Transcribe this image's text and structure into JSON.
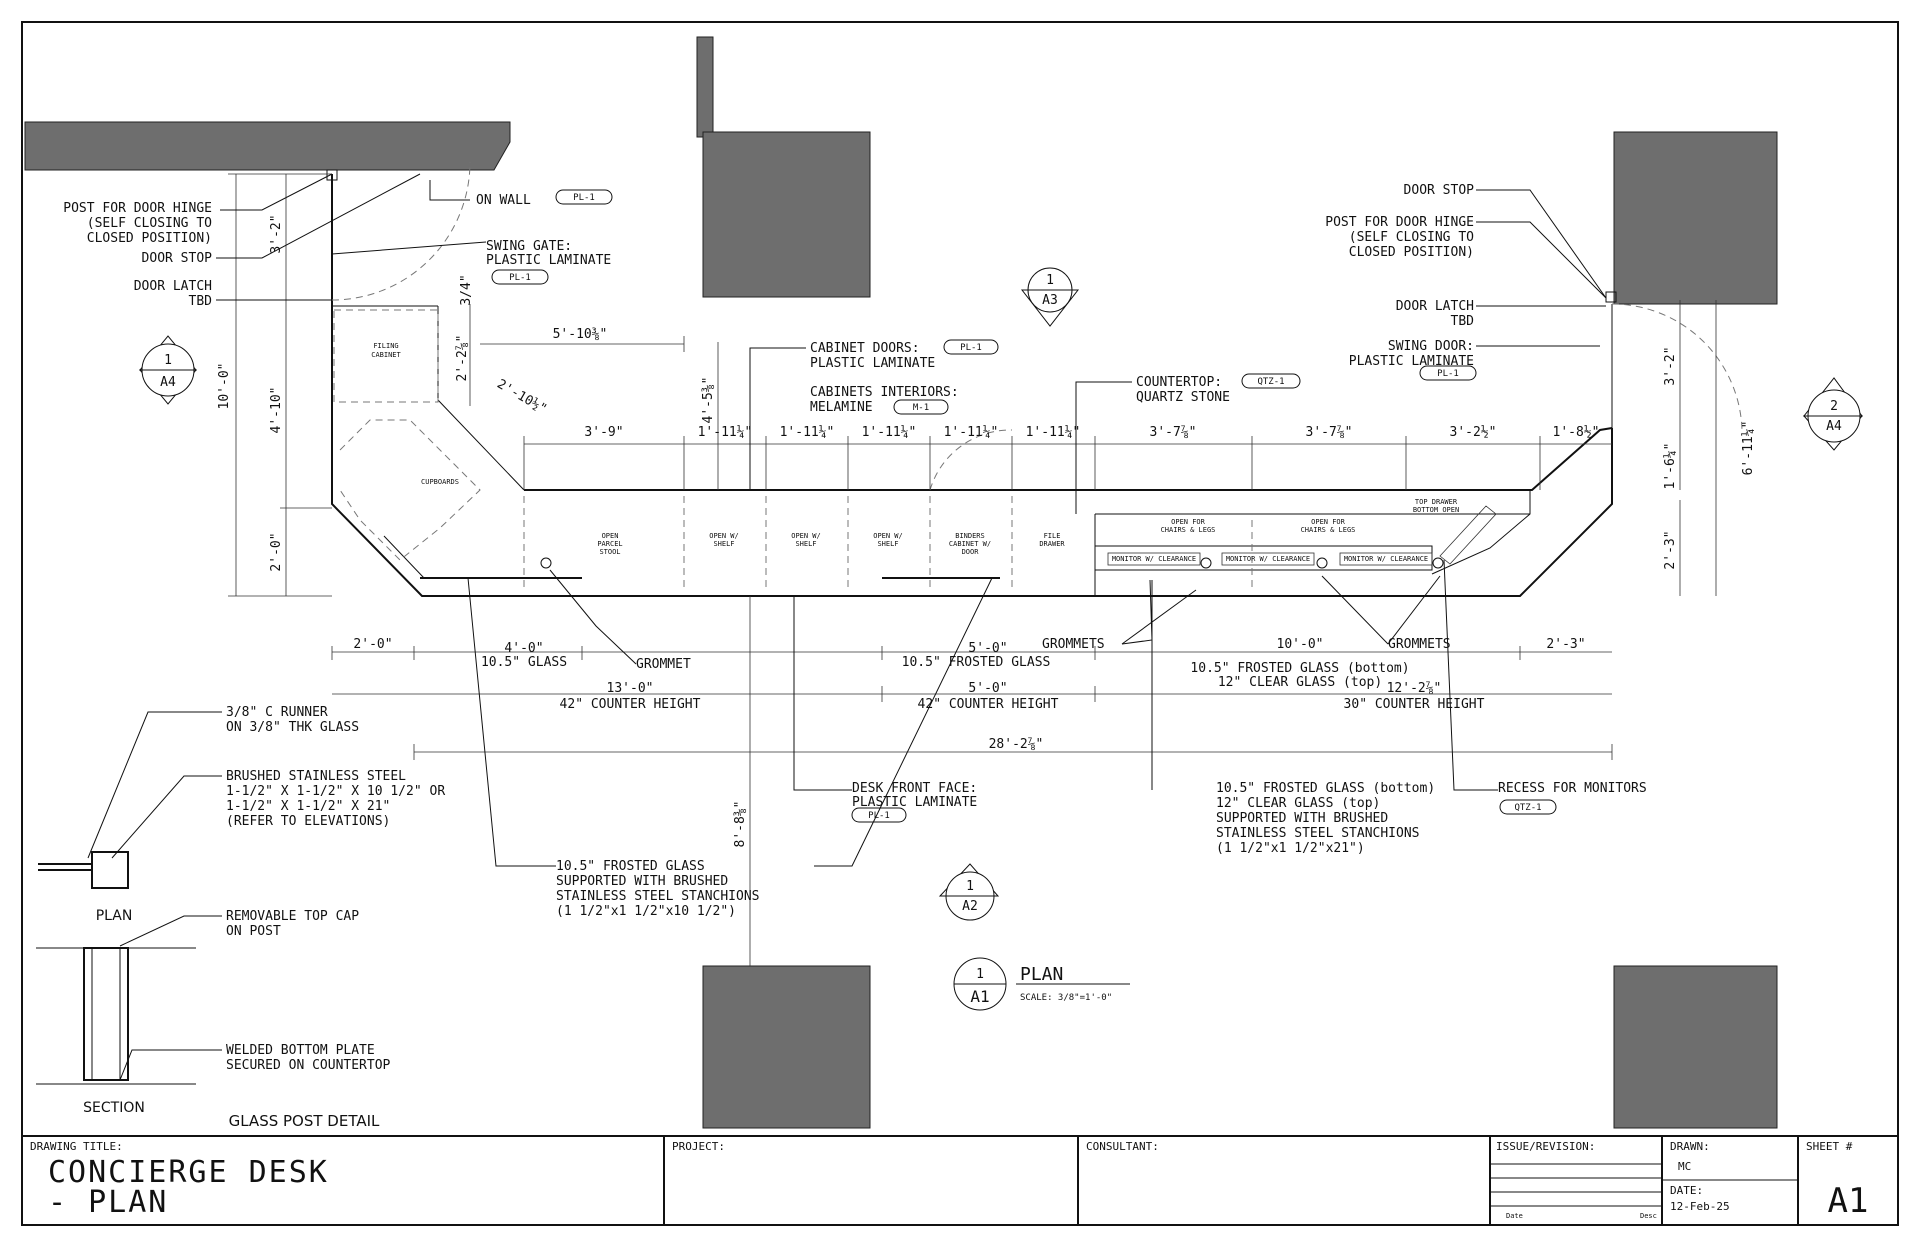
{
  "plan_labels": {
    "post_hinge_left": [
      "POST FOR DOOR HINGE",
      "(SELF CLOSING TO",
      "CLOSED POSITION)"
    ],
    "door_stop_left": "DOOR STOP",
    "door_latch_left": [
      "DOOR LATCH",
      "TBD"
    ],
    "on_wall": "ON WALL",
    "swing_gate": [
      "SWING GATE:",
      "PLASTIC LAMINATE"
    ],
    "cabinet_doors": "CABINET DOORS:",
    "cabinet_doors_2": "PLASTIC LAMINATE",
    "cabinet_interiors": "CABINETS INTERIORS:",
    "melamine": "MELAMINE",
    "countertop": "COUNTERTOP:",
    "quartz_stone": "QUARTZ STONE",
    "door_stop_right": "DOOR STOP",
    "post_hinge_right": [
      "POST FOR DOOR HINGE",
      "(SELF CLOSING TO",
      "CLOSED POSITION)"
    ],
    "door_latch_right": [
      "DOOR LATCH",
      "TBD"
    ],
    "swing_door": [
      "SWING DOOR:",
      "PLASTIC LAMINATE"
    ],
    "grommet": "GROMMET",
    "grommets_1": "GROMMETS",
    "grommets_2": "GROMMETS",
    "desk_front_face": [
      "DESK FRONT FACE:",
      "PLASTIC LAMINATE"
    ],
    "recess_monitors": "RECESS FOR MONITORS",
    "frosted_glass_left": [
      "10.5\" FROSTED GLASS",
      "SUPPORTED WITH BRUSHED",
      "STAINLESS STEEL STANCHIONS",
      "(1 1/2\"x1 1/2\"x10 1/2\")"
    ],
    "frosted_glass_right": [
      "10.5\" FROSTED GLASS (bottom)",
      "12\" CLEAR GLASS (top)",
      "SUPPORTED WITH BRUSHED",
      "STAINLESS STEEL STANCHIONS",
      "(1 1/2\"x1 1/2\"x21\")"
    ],
    "c_runner": [
      "3/8\" C RUNNER",
      "ON 3/8\" THK GLASS"
    ],
    "brushed_steel": [
      "BRUSHED STAINLESS STEEL",
      "1-1/2\" X 1-1/2\" X 10 1/2\"  OR",
      "1-1/2\" X 1-1/2\" X 21\"",
      "(REFER TO ELEVATIONS)"
    ],
    "removable_cap": [
      "REMOVABLE TOP CAP",
      "ON POST"
    ],
    "welded_plate": [
      "WELDED BOTTOM PLATE",
      "SECURED ON COUNTERTOP"
    ],
    "detail_plan": "PLAN",
    "detail_section": "SECTION",
    "glass_post_detail": "GLASS POST DETAIL",
    "plan_title": "PLAN",
    "plan_scale": "SCALE: 3/8\"=1'-0\""
  },
  "tags": {
    "pl1": "PL-1",
    "m1": "M-1",
    "qtz1": "QTZ-1"
  },
  "section_markers": [
    {
      "num": "1",
      "sheet": "A4"
    },
    {
      "num": "1",
      "sheet": "A3"
    },
    {
      "num": "2",
      "sheet": "A4"
    },
    {
      "num": "1",
      "sheet": "A2"
    },
    {
      "num": "1",
      "sheet": "A1"
    }
  ],
  "cabinet_labels": {
    "filing": [
      "FILING",
      "CABINET"
    ],
    "cupboards": "CUPBOARDS",
    "open_parcel": [
      "OPEN",
      "PARCEL",
      "STOOL"
    ],
    "open_shelf": [
      "OPEN W/",
      "SHELF"
    ],
    "binders": [
      "BINDERS",
      "CABINET W/",
      "DOOR"
    ],
    "file_drawer": [
      "FILE",
      "DRAWER"
    ],
    "open_chairs": [
      "OPEN FOR",
      "CHAIRS & LEGS"
    ],
    "top_drawer": [
      "TOP DRAWER",
      "BOTTOM OPEN"
    ],
    "monitor": "MONITOR W/ CLEARANCE"
  },
  "dimensions": {
    "d3_2_left": "3'-2\"",
    "d10_0": "10'-0\"",
    "d4_10": "4'-10\"",
    "d2_0_v": "2'-0\"",
    "d3_4": "3/4\"",
    "d2_2_78": "2'-2⅞\"",
    "d5_10_38": "5'-10⅜\"",
    "d2_10_12": "2'-10½\"",
    "d4_5_38": "4'-5⅜\"",
    "d3_9": "3'-9\"",
    "d1_11_a": "1'-11¼\"",
    "d1_11_b": "1'-11¼\"",
    "d1_11_c": "1'-11¼\"",
    "d1_11_d": "1'-11¼\"",
    "d1_11_e": "1'-11¼\"",
    "d3_7_a": "3'-7⅞\"",
    "d3_7_b": "3'-7⅞\"",
    "d3_2_12": "3'-2½\"",
    "d1_8_12": "1'-8½\"",
    "d3_2_right": "3'-2\"",
    "d6_11": "6'-11¼\"",
    "d1_6": "1'-6¼\"",
    "d2_3_v": "2'-3\"",
    "d2_0_h": "2'-0\"",
    "d4_0": "4'-0\"",
    "d5_0_a": "5'-0\"",
    "d10_0_h": "10'-0\"",
    "d2_3_h": "2'-3\"",
    "d13_0": "13'-0\"",
    "d5_0_b": "5'-0\"",
    "d12_2": "12'-2⅞\"",
    "d28_2": "28'-2⅞\"",
    "d8_8": "8'-8⅜\"",
    "glass_105": "10.5\" GLASS",
    "frosted_105": "10.5\" FROSTED GLASS",
    "frosted_bottom": "10.5\" FROSTED GLASS (bottom)",
    "clear_top": "12\" CLEAR GLASS (top)",
    "counter_42a": "42\" COUNTER HEIGHT",
    "counter_42b": "42\" COUNTER HEIGHT",
    "counter_30": "30\" COUNTER HEIGHT"
  },
  "title_block": {
    "drawing_title_label": "DRAWING TITLE:",
    "drawing_title_1": "CONCIERGE DESK",
    "drawing_title_2": "- PLAN",
    "project_label": "PROJECT:",
    "consultant_label": "CONSULTANT:",
    "issue_label": "ISSUE/REVISION:",
    "issue_date_col": "Date",
    "issue_desc_col": "Desc",
    "drawn_label": "DRAWN:",
    "drawn_value": "MC",
    "date_label": "DATE:",
    "date_value": "12-Feb-25",
    "sheet_label": "SHEET #",
    "sheet_value": "A1"
  }
}
